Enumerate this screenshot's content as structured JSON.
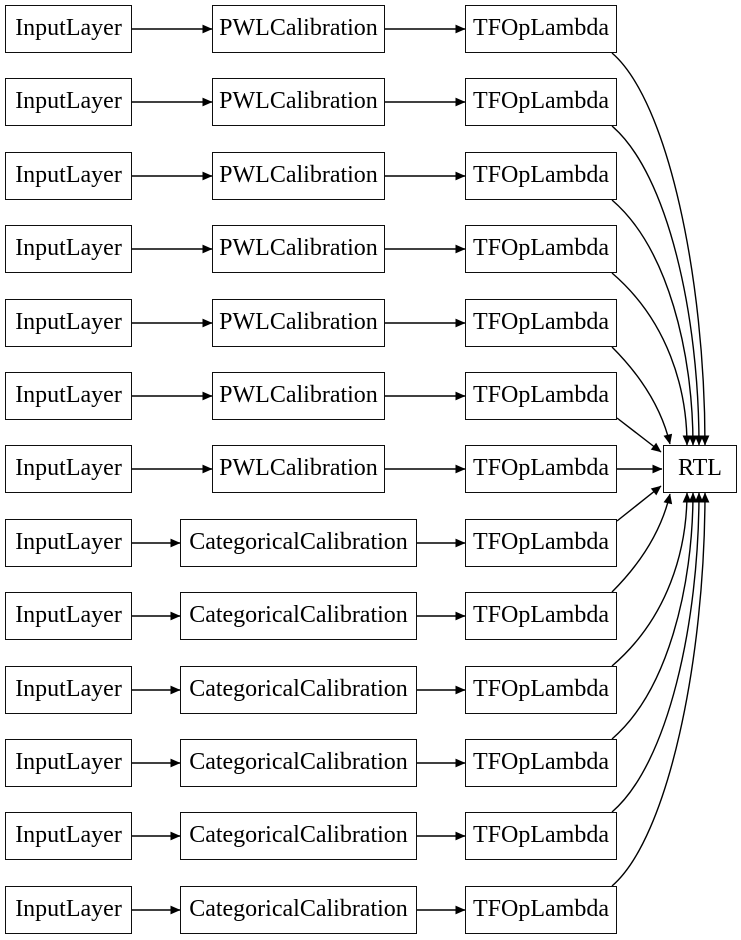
{
  "diagram": {
    "type": "model-graph",
    "background_color": "#ffffff",
    "node_fill_color": "#ffffff",
    "node_border_color": "#0e0e0e",
    "edge_color": "#000000",
    "sink_label": "RTL",
    "rows": [
      {
        "input_label": "InputLayer",
        "calibration_label": "PWLCalibration",
        "calibration_type": "pwl",
        "lambda_label": "TFOpLambda"
      },
      {
        "input_label": "InputLayer",
        "calibration_label": "PWLCalibration",
        "calibration_type": "pwl",
        "lambda_label": "TFOpLambda"
      },
      {
        "input_label": "InputLayer",
        "calibration_label": "PWLCalibration",
        "calibration_type": "pwl",
        "lambda_label": "TFOpLambda"
      },
      {
        "input_label": "InputLayer",
        "calibration_label": "PWLCalibration",
        "calibration_type": "pwl",
        "lambda_label": "TFOpLambda"
      },
      {
        "input_label": "InputLayer",
        "calibration_label": "PWLCalibration",
        "calibration_type": "pwl",
        "lambda_label": "TFOpLambda"
      },
      {
        "input_label": "InputLayer",
        "calibration_label": "PWLCalibration",
        "calibration_type": "pwl",
        "lambda_label": "TFOpLambda"
      },
      {
        "input_label": "InputLayer",
        "calibration_label": "PWLCalibration",
        "calibration_type": "pwl",
        "lambda_label": "TFOpLambda"
      },
      {
        "input_label": "InputLayer",
        "calibration_label": "CategoricalCalibration",
        "calibration_type": "categorical",
        "lambda_label": "TFOpLambda"
      },
      {
        "input_label": "InputLayer",
        "calibration_label": "CategoricalCalibration",
        "calibration_type": "categorical",
        "lambda_label": "TFOpLambda"
      },
      {
        "input_label": "InputLayer",
        "calibration_label": "CategoricalCalibration",
        "calibration_type": "categorical",
        "lambda_label": "TFOpLambda"
      },
      {
        "input_label": "InputLayer",
        "calibration_label": "CategoricalCalibration",
        "calibration_type": "categorical",
        "lambda_label": "TFOpLambda"
      },
      {
        "input_label": "InputLayer",
        "calibration_label": "CategoricalCalibration",
        "calibration_type": "categorical",
        "lambda_label": "TFOpLambda"
      },
      {
        "input_label": "InputLayer",
        "calibration_label": "CategoricalCalibration",
        "calibration_type": "categorical",
        "lambda_label": "TFOpLambda"
      }
    ]
  }
}
